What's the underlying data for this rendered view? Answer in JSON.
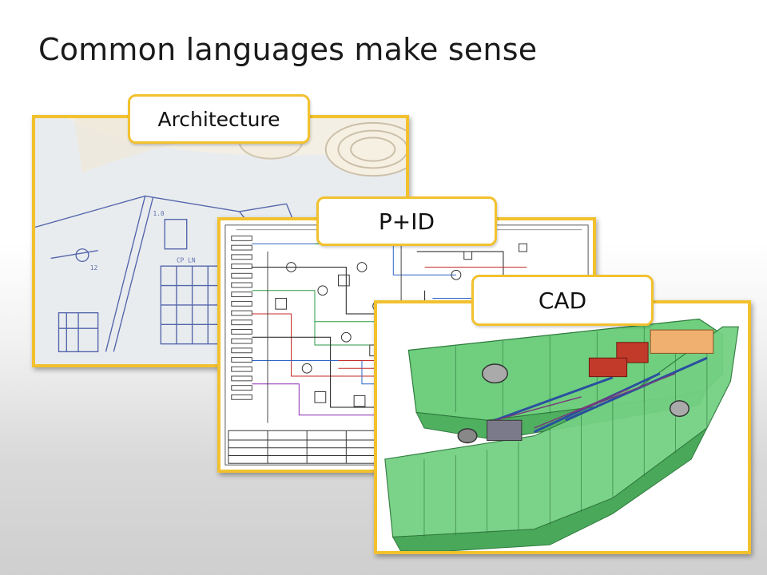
{
  "slide": {
    "title": "Common languages make sense"
  },
  "cards": {
    "architecture": {
      "label": "Architecture"
    },
    "pid": {
      "label": "P+ID"
    },
    "cad": {
      "label": "CAD"
    }
  },
  "colors": {
    "accent_border": "#f2c12e",
    "blueprint_ink": "#3b4fa0",
    "hull_green": "#5bbf6e"
  }
}
